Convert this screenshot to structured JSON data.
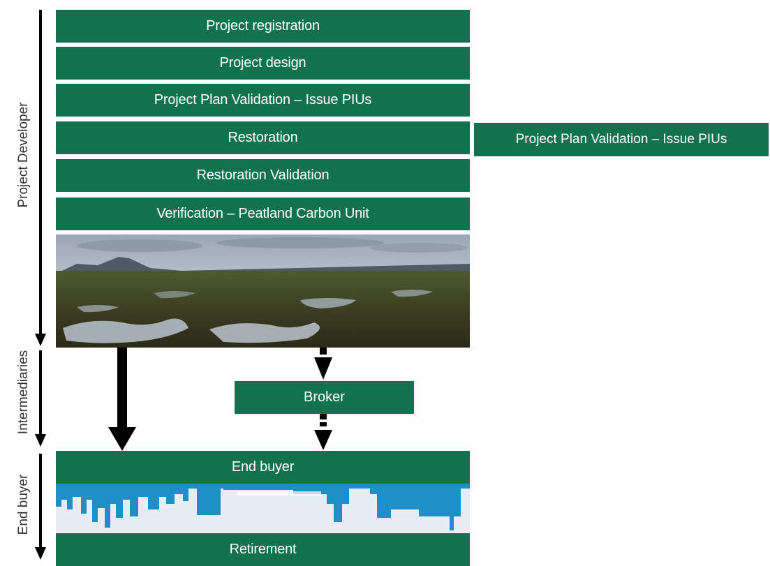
{
  "colors": {
    "box_green": "#127250",
    "arrow": "#000000",
    "skyline_blue": "#1e8fc4"
  },
  "phases": {
    "developer": "Project Developer",
    "intermediaries": "Intermediaries",
    "end_buyer": "End buyer"
  },
  "steps": {
    "registration": "Project registration",
    "design": "Project design",
    "validation": "Project Plan Validation – Issue PIUs",
    "restoration": "Restoration",
    "restoration_validation": "Restoration Validation",
    "verification": "Verification – Peatland Carbon Unit",
    "end_buyer": "End buyer",
    "retirement": "Retirement"
  },
  "side_box": {
    "label": "Project Plan Validation – Issue PIUs"
  },
  "broker": {
    "label": "Broker"
  }
}
